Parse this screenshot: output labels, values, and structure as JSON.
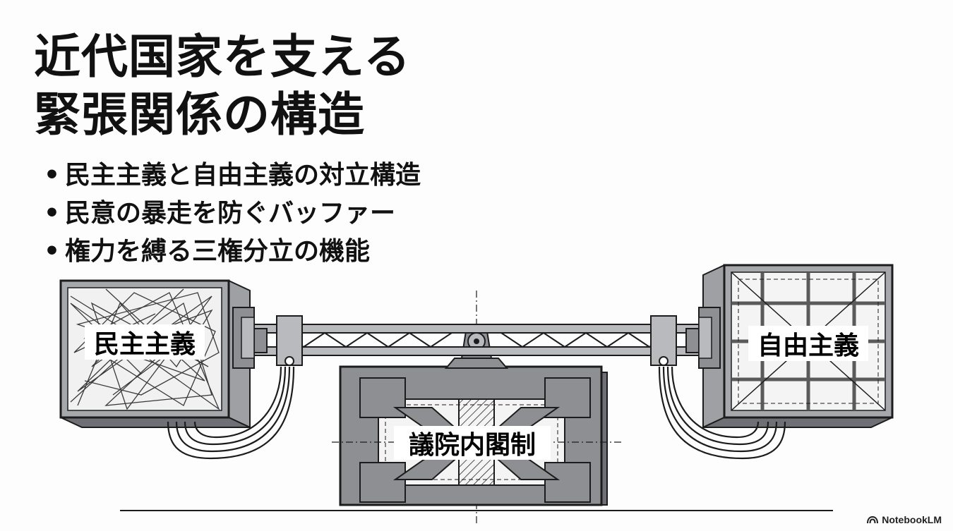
{
  "slide": {
    "title_lines": [
      "近代国家を支える",
      "緊張関係の構造"
    ],
    "bullets": [
      "民主主義と自由主義の対立構造",
      "民意の暴走を防ぐバッファー",
      "権力を縛る三権分立の機能"
    ],
    "bullet_marker": "•"
  },
  "diagram": {
    "left_box_label": "民主主義",
    "right_box_label": "自由主義",
    "center_label": "議院内閣制",
    "stroke_color": "#1c1c1c",
    "metal_color": "#8e8f93",
    "light_metal_color": "#b9babd"
  },
  "brand": {
    "label": "NotebookLM",
    "icon": "notebooklm-logo-icon"
  }
}
